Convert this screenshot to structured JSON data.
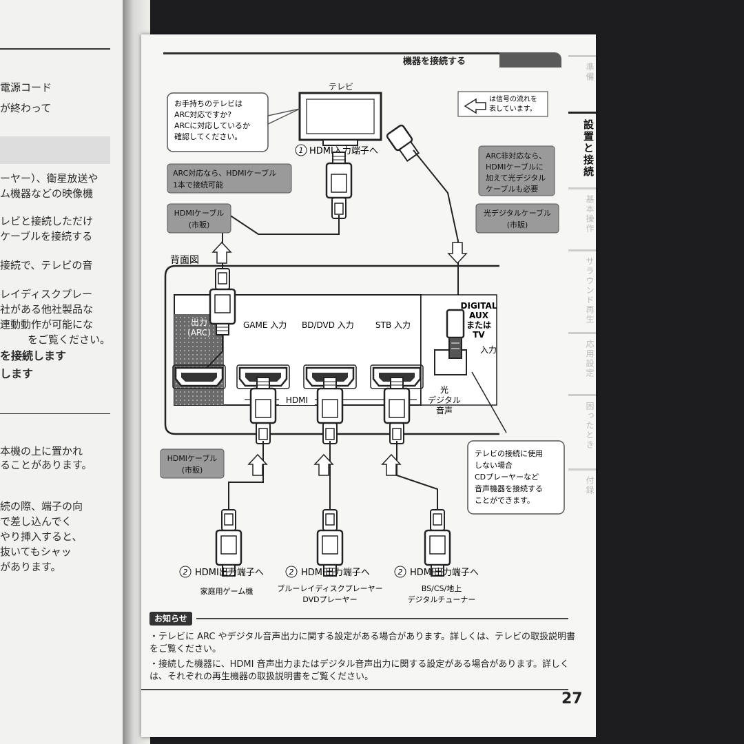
{
  "left_page": {
    "lines": [
      "電源コード",
      "が終わって",
      "ーヤー）、衛星放送や",
      "ム機器などの映像機",
      "レビと接続しただけ",
      "ケーブルを接続する",
      "接続で、テレビの音",
      "レイディスクプレー",
      "社がある他社製品な",
      "連動動作が可能にな",
      "をご覧ください。",
      "を接続します",
      "します",
      "本機の上に置かれ",
      "ることがあります。",
      "続の際、端子の向",
      "で差し込んでく",
      "やり挿入すると、",
      "抜いてもシャッ",
      "があります。"
    ]
  },
  "header": {
    "title": "機器を接続する"
  },
  "side_tabs": [
    "準備",
    "設置と接続",
    "基本操作",
    "サラウンド再生",
    "応用設定",
    "困ったとき",
    "付録"
  ],
  "diagram": {
    "tv_label": "テレビ",
    "callout_arc_question": [
      "お手持ちのテレビは",
      "ARC対応ですか?",
      "ARCに対応しているか",
      "確認してください。"
    ],
    "signal_flow_legend": [
      "は信号の流れを",
      "表しています。"
    ],
    "step1_label": "HDMI入力端子へ",
    "step1_num": "1",
    "arc_ok_note": [
      "ARC対応なら、HDMIケーブル",
      "1本で接続可能"
    ],
    "arc_ng_note": [
      "ARC非対応なら、",
      "HDMIケーブルに",
      "加えて光デジタル",
      "ケーブルも必要"
    ],
    "hdmi_cable_top": [
      "HDMIケーブル",
      "(市販)"
    ],
    "optical_cable": [
      "光デジタルケーブル",
      "(市販)"
    ],
    "rear_view_label": "背面図",
    "out_arc": [
      "出力",
      "(ARC)"
    ],
    "inputs": [
      "GAME 入力",
      "BD/DVD 入力",
      "STB 入力"
    ],
    "hdmi_label": "HDMI",
    "digital_aux": [
      "DIGITAL",
      "AUX",
      "または",
      "TV"
    ],
    "input_word": "入力",
    "optical_audio": [
      "光",
      "デジタル",
      "音声"
    ],
    "hdmi_cable_bottom": [
      "HDMIケーブル",
      "(市販)"
    ],
    "cd_note": [
      "テレビの接続に使用",
      "しない場合",
      "CDプレーヤーなど",
      "音声機器を接続する",
      "ことができます。"
    ],
    "step2_num": "2",
    "step2_label": "HDMI出力端子へ",
    "devices": [
      [
        "家庭用ゲーム機"
      ],
      [
        "ブルーレイディスクプレーヤー",
        "DVDプレーヤー"
      ],
      [
        "BS/CS/地上",
        "デジタルチューナー"
      ]
    ]
  },
  "notes": {
    "heading": "お知らせ",
    "items": [
      "・テレビに ARC やデジタル音声出力に関する設定がある場合があります。詳しくは、テレビの取扱説明書をご覧ください。",
      "・接続した機器に、HDMI 音声出力またはデジタル音声出力に関する設定がある場合があります。詳しくは、それぞれの再生機器の取扱説明書をご覧ください。"
    ]
  },
  "page_number": "27"
}
